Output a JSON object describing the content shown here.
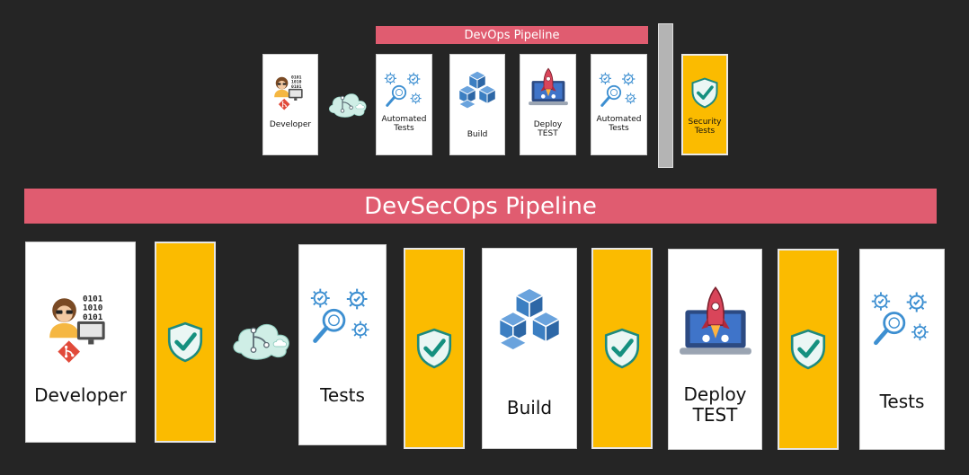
{
  "devops": {
    "title": "DevOps Pipeline",
    "stages": [
      {
        "label": "Developer"
      },
      {
        "label": "Automated Tests"
      },
      {
        "label": "Build"
      },
      {
        "label": "Deploy TEST"
      },
      {
        "label": "Automated Tests"
      }
    ],
    "security": {
      "label": "Security Tests"
    }
  },
  "devsecops": {
    "title": "DevSecOps Pipeline",
    "stages": [
      {
        "label": "Developer"
      },
      {
        "label": "Tests"
      },
      {
        "label": "Build"
      },
      {
        "label": "Deploy TEST"
      },
      {
        "label": "Tests"
      }
    ]
  },
  "colors": {
    "background": "#252525",
    "banner": "#e05c70",
    "security": "#fbbb00",
    "icon_blue": "#3d7fc1",
    "check_teal": "#1a9a8a"
  }
}
